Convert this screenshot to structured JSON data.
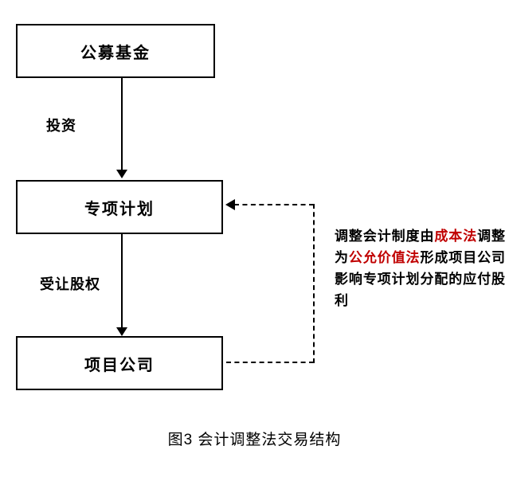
{
  "colors": {
    "text": "#000000",
    "highlight": "#c00000",
    "line": "#000000",
    "background": "#ffffff"
  },
  "boxes": [
    {
      "label": "公募基金"
    },
    {
      "label": "专项计划"
    },
    {
      "label": "项目公司"
    }
  ],
  "edges": [
    {
      "label": "投资"
    },
    {
      "label": "受让股权"
    }
  ],
  "annotation": {
    "segments": [
      {
        "text": "调整会计制度由",
        "highlight": false
      },
      {
        "text": "成本法",
        "highlight": true
      },
      {
        "text": "调整为",
        "highlight": false
      },
      {
        "text": "公允价值法",
        "highlight": true
      },
      {
        "text": "形成项目公司影响专项计划分配的应付股利",
        "highlight": false
      }
    ]
  },
  "caption": "图3 会计调整法交易结构"
}
